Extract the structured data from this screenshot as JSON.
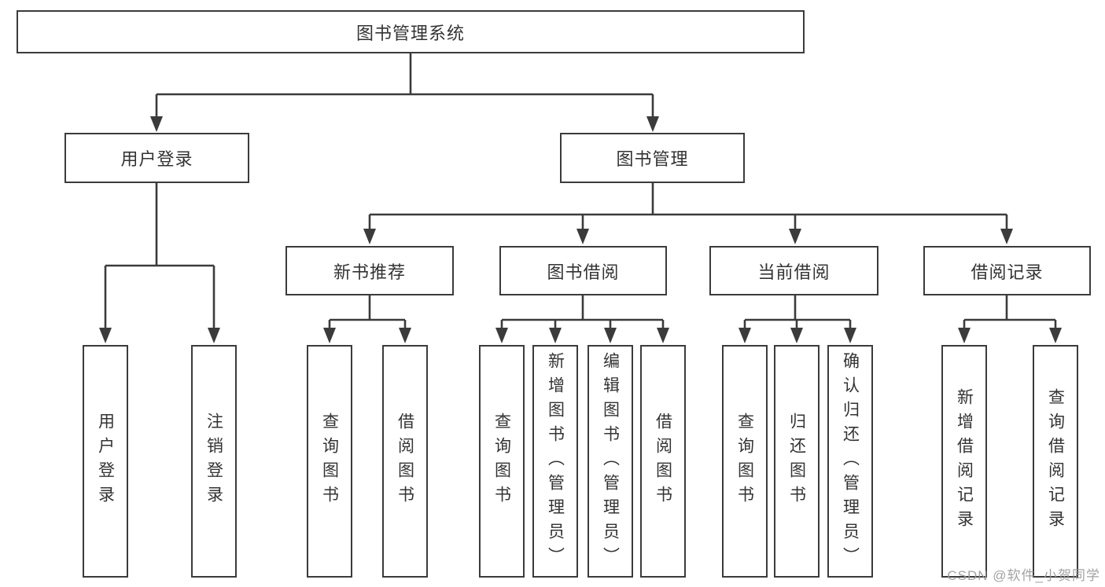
{
  "root": {
    "label": "图书管理系统"
  },
  "level2": [
    {
      "label": "用户登录",
      "children": [
        "用户登录",
        "注销登录"
      ]
    },
    {
      "label": "图书管理"
    }
  ],
  "level3": [
    {
      "label": "新书推荐",
      "children": [
        "查询图书",
        "借阅图书"
      ]
    },
    {
      "label": "图书借阅",
      "children": [
        "查询图书",
        "新增图书（管理员）",
        "编辑图书（管理员）",
        "借阅图书"
      ]
    },
    {
      "label": "当前借阅",
      "children": [
        "查询图书",
        "归还图书",
        "确认归还（管理员）"
      ]
    },
    {
      "label": "借阅记录",
      "children": [
        "新增借阅记录",
        "查询借阅记录"
      ]
    }
  ],
  "watermark": "CSDN @软件_小贺同学",
  "colors": {
    "line": "#3b3b3b",
    "text": "#333333",
    "watermark": "#9b9b9b",
    "background": "#ffffff"
  }
}
